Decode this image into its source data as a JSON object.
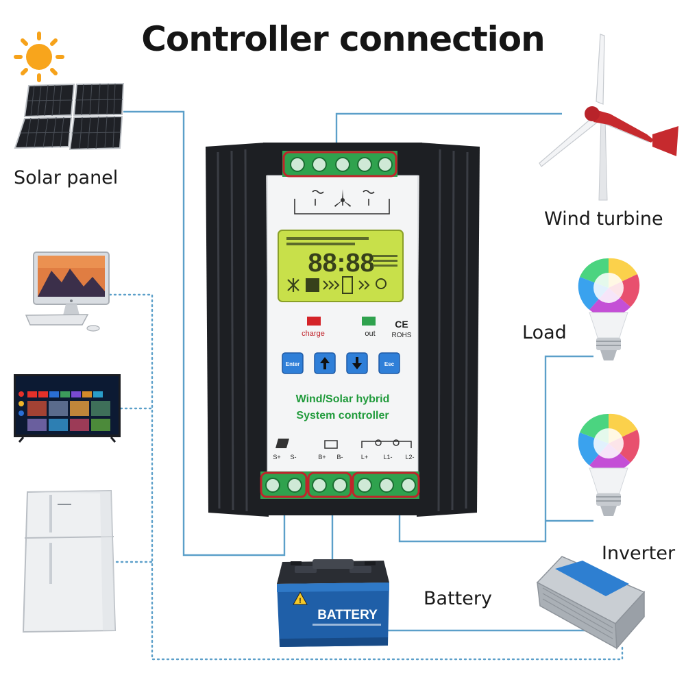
{
  "title": "Controller connection",
  "components": {
    "solar_panel": "Solar panel",
    "wind_turbine": "Wind turbine",
    "load": "Load",
    "inverter": "Inverter",
    "battery": "Battery"
  },
  "controller": {
    "lcd_digits": "88:88",
    "indicator_charge": "charge",
    "indicator_out": "out",
    "mark_ce": "CE",
    "mark_rohs": "ROHS",
    "btn_enter": "Enter",
    "btn_esc": "Esc",
    "name_line1": "Wind/Solar hybrid",
    "name_line2": "System controller",
    "term_s_plus": "S+",
    "term_s_minus": "S-",
    "term_b_plus": "B+",
    "term_b_minus": "B-",
    "term_l_plus": "L+",
    "term_l1": "L1-",
    "term_l2": "L2-"
  },
  "battery_label": "BATTERY",
  "colors": {
    "wire_solid": "#5b9fc9",
    "wire_dotted": "#5b9fc9",
    "lcd": "#c8e04a",
    "key_blue": "#2f7fd8",
    "name_green": "#1f9a3a",
    "terminal_green": "#2fa24e",
    "highlight_red": "#c0242b"
  }
}
